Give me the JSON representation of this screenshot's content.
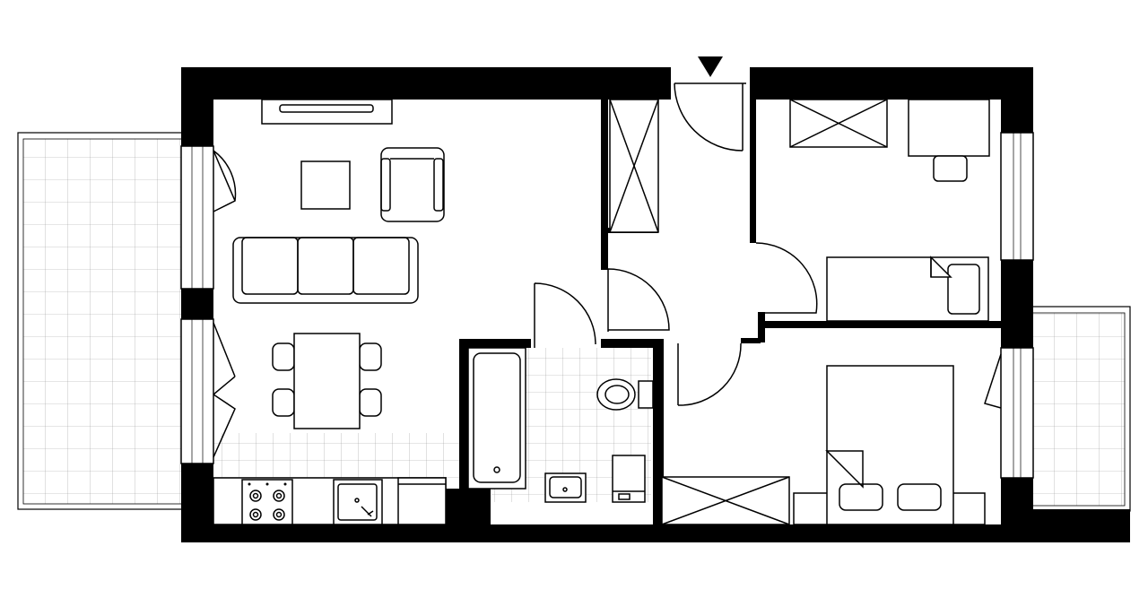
{
  "plan": {
    "colors": {
      "wall": "#000000",
      "line": "#000000",
      "background": "#ffffff",
      "tile_grid": "#9a9a9a"
    },
    "entrance_marker": "triangle-down",
    "rooms": [
      "living-room",
      "kitchenette",
      "bathroom",
      "hallway",
      "bedroom-1",
      "bedroom-2",
      "balcony-left",
      "balcony-right"
    ]
  }
}
